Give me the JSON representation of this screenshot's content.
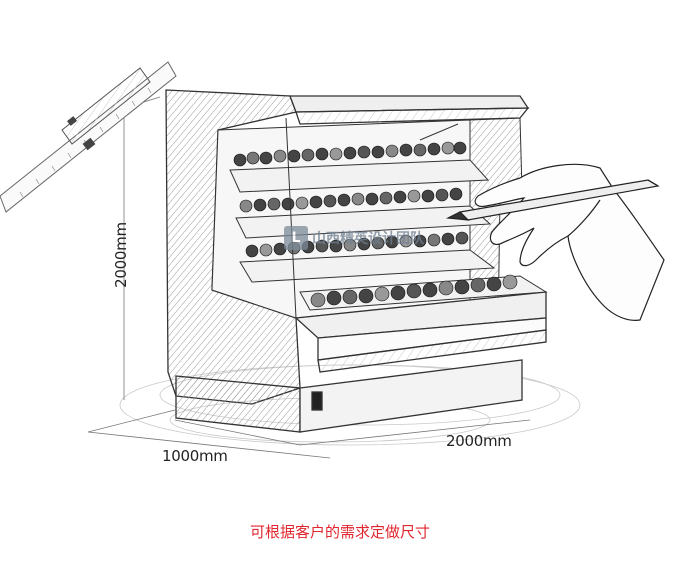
{
  "labels": {
    "height_dim": "2000mm",
    "depth_dim": "1000mm",
    "width_dim": "2000mm"
  },
  "watermark": {
    "text": "山西精英设计团队"
  },
  "caption": {
    "text": "可根据客户的需求定做尺寸",
    "color": "#e0262e"
  }
}
